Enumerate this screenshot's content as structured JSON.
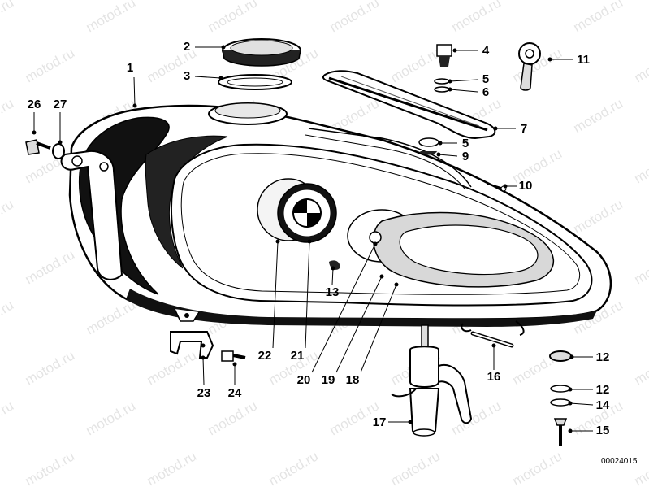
{
  "diagram": {
    "reference_number": "00024015",
    "watermark": "motod.ru",
    "callouts": [
      "1",
      "2",
      "3",
      "4",
      "5",
      "6",
      "7",
      "11",
      "26",
      "27",
      "5",
      "9",
      "10",
      "13",
      "12",
      "22",
      "21",
      "20",
      "19",
      "18",
      "16",
      "12",
      "14",
      "15",
      "23",
      "24",
      "17"
    ]
  }
}
